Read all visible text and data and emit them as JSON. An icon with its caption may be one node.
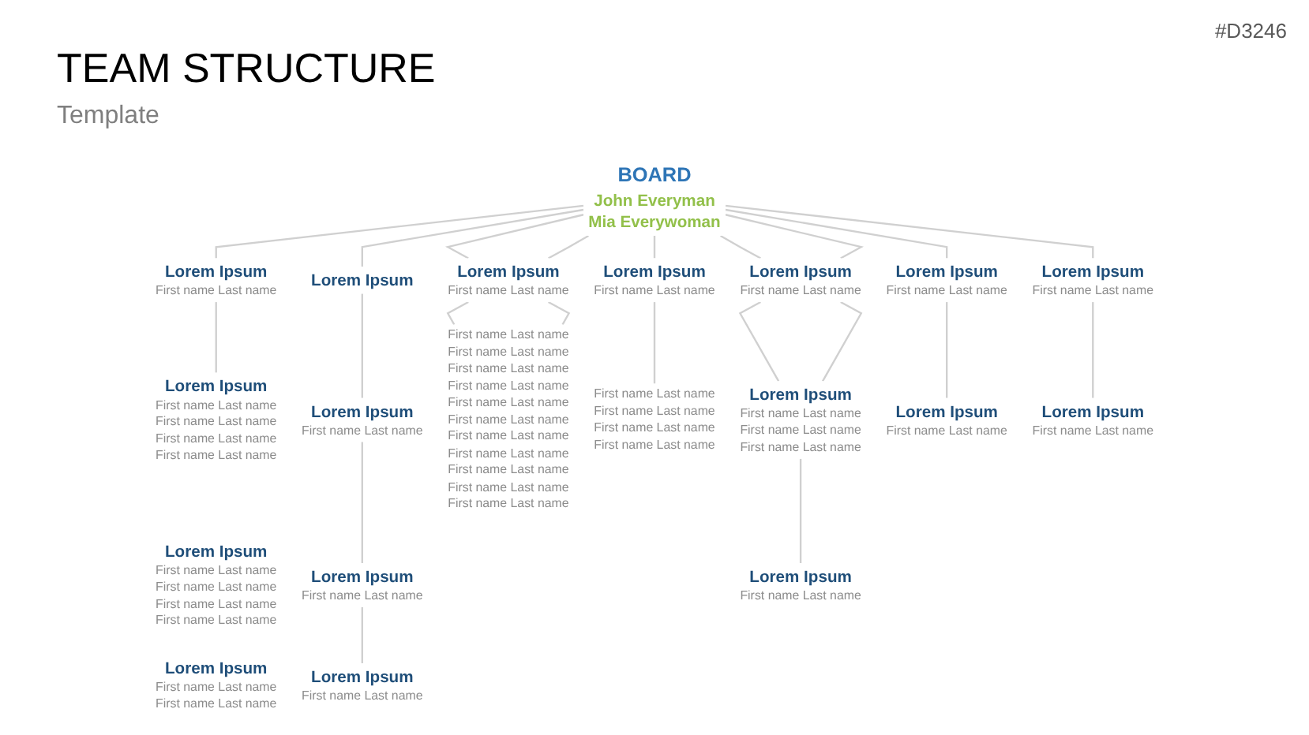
{
  "diagram": {
    "title": "TEAM STRUCTURE",
    "nodes": [
      {
        "text": [
          "BOARD",
          "John Everyman",
          "Mia Everywoman"
        ]
      },
      {
        "text": [
          "Lorem Ipsum",
          "First name Last name"
        ]
      },
      {
        "text": [
          "Lorem Ipsum",
          "First name Last name",
          "First name Last name",
          "First name Last name",
          "First name Last name"
        ]
      },
      {
        "text": [
          "Lorem Ipsum",
          "First name Last name",
          "First name Last name",
          "First name Last name",
          "First name Last name"
        ]
      },
      {
        "text": [
          "Lorem Ipsum",
          "First name Last name",
          "First name Last name"
        ]
      },
      {
        "text": [
          "Lorem Ipsum"
        ]
      },
      {
        "text": [
          "Lorem Ipsum",
          "First name Last name"
        ]
      },
      {
        "text": [
          "Lorem Ipsum",
          "First name Last name"
        ]
      },
      {
        "text": [
          "Lorem Ipsum",
          "First name Last name"
        ]
      },
      {
        "text": [
          "Lorem Ipsum",
          "First name Last name"
        ]
      },
      {
        "text": [
          "First name Last name",
          "First name Last name",
          "First name Last name",
          "First name Last name",
          "First name Last name",
          "First name Last name",
          "First name Last name",
          "First name Last name",
          "First name Last name",
          "First name Last name",
          "First name Last name"
        ]
      },
      {
        "text": [
          "Lorem Ipsum",
          "First name Last name"
        ]
      },
      {
        "text": [
          "First name Last name",
          "First name Last name",
          "First name Last name",
          "First name Last name"
        ]
      },
      {
        "text": [
          "Lorem Ipsum",
          "First name Last name"
        ]
      },
      {
        "text": [
          "Lorem Ipsum",
          "First name Last name",
          "First name Last name",
          "First name Last name"
        ]
      },
      {
        "text": [
          "Lorem Ipsum",
          "First name Last name"
        ]
      },
      {
        "text": [
          "Lorem Ipsum",
          "First name Last name"
        ]
      },
      {
        "text": [
          "Lorem Ipsum",
          "First name Last name"
        ]
      },
      {
        "text": [
          "Lorem Ipsum",
          "First name Last name"
        ]
      },
      {
        "text": [
          "Lorem Ipsum",
          "First name Last name"
        ]
      }
    ],
    "edges": [
      {
        "from": 0,
        "to": 1,
        "arrow": "none"
      },
      {
        "from": 1,
        "to": 2,
        "arrow": "none"
      },
      {
        "from": 0,
        "to": 5,
        "arrow": "none"
      },
      {
        "from": 5,
        "to": 6,
        "arrow": "none"
      },
      {
        "from": 6,
        "to": 7,
        "arrow": "none"
      },
      {
        "from": 7,
        "to": 8,
        "arrow": "none"
      },
      {
        "from": 0,
        "to": 9,
        "arrow": "none"
      },
      {
        "from": 0,
        "to": 9,
        "arrow": "none"
      },
      {
        "from": 9,
        "to": 10,
        "arrow": "none"
      },
      {
        "from": 9,
        "to": 10,
        "arrow": "none"
      },
      {
        "from": 0,
        "to": 11,
        "arrow": "none"
      },
      {
        "from": 11,
        "to": 12,
        "arrow": "none"
      },
      {
        "from": 0,
        "to": 13,
        "arrow": "none"
      },
      {
        "from": 0,
        "to": 13,
        "arrow": "none"
      },
      {
        "from": 13,
        "to": 14,
        "arrow": "none"
      },
      {
        "from": 13,
        "to": 14,
        "arrow": "none"
      },
      {
        "from": 14,
        "to": 15,
        "arrow": "none"
      },
      {
        "from": 0,
        "to": 16,
        "arrow": "none"
      },
      {
        "from": 16,
        "to": 17,
        "arrow": "none"
      },
      {
        "from": 0,
        "to": 18,
        "arrow": "none"
      },
      {
        "from": 18,
        "to": 19,
        "arrow": "none"
      }
    ],
    "labels": [
      "Template",
      "#D3246"
    ]
  }
}
